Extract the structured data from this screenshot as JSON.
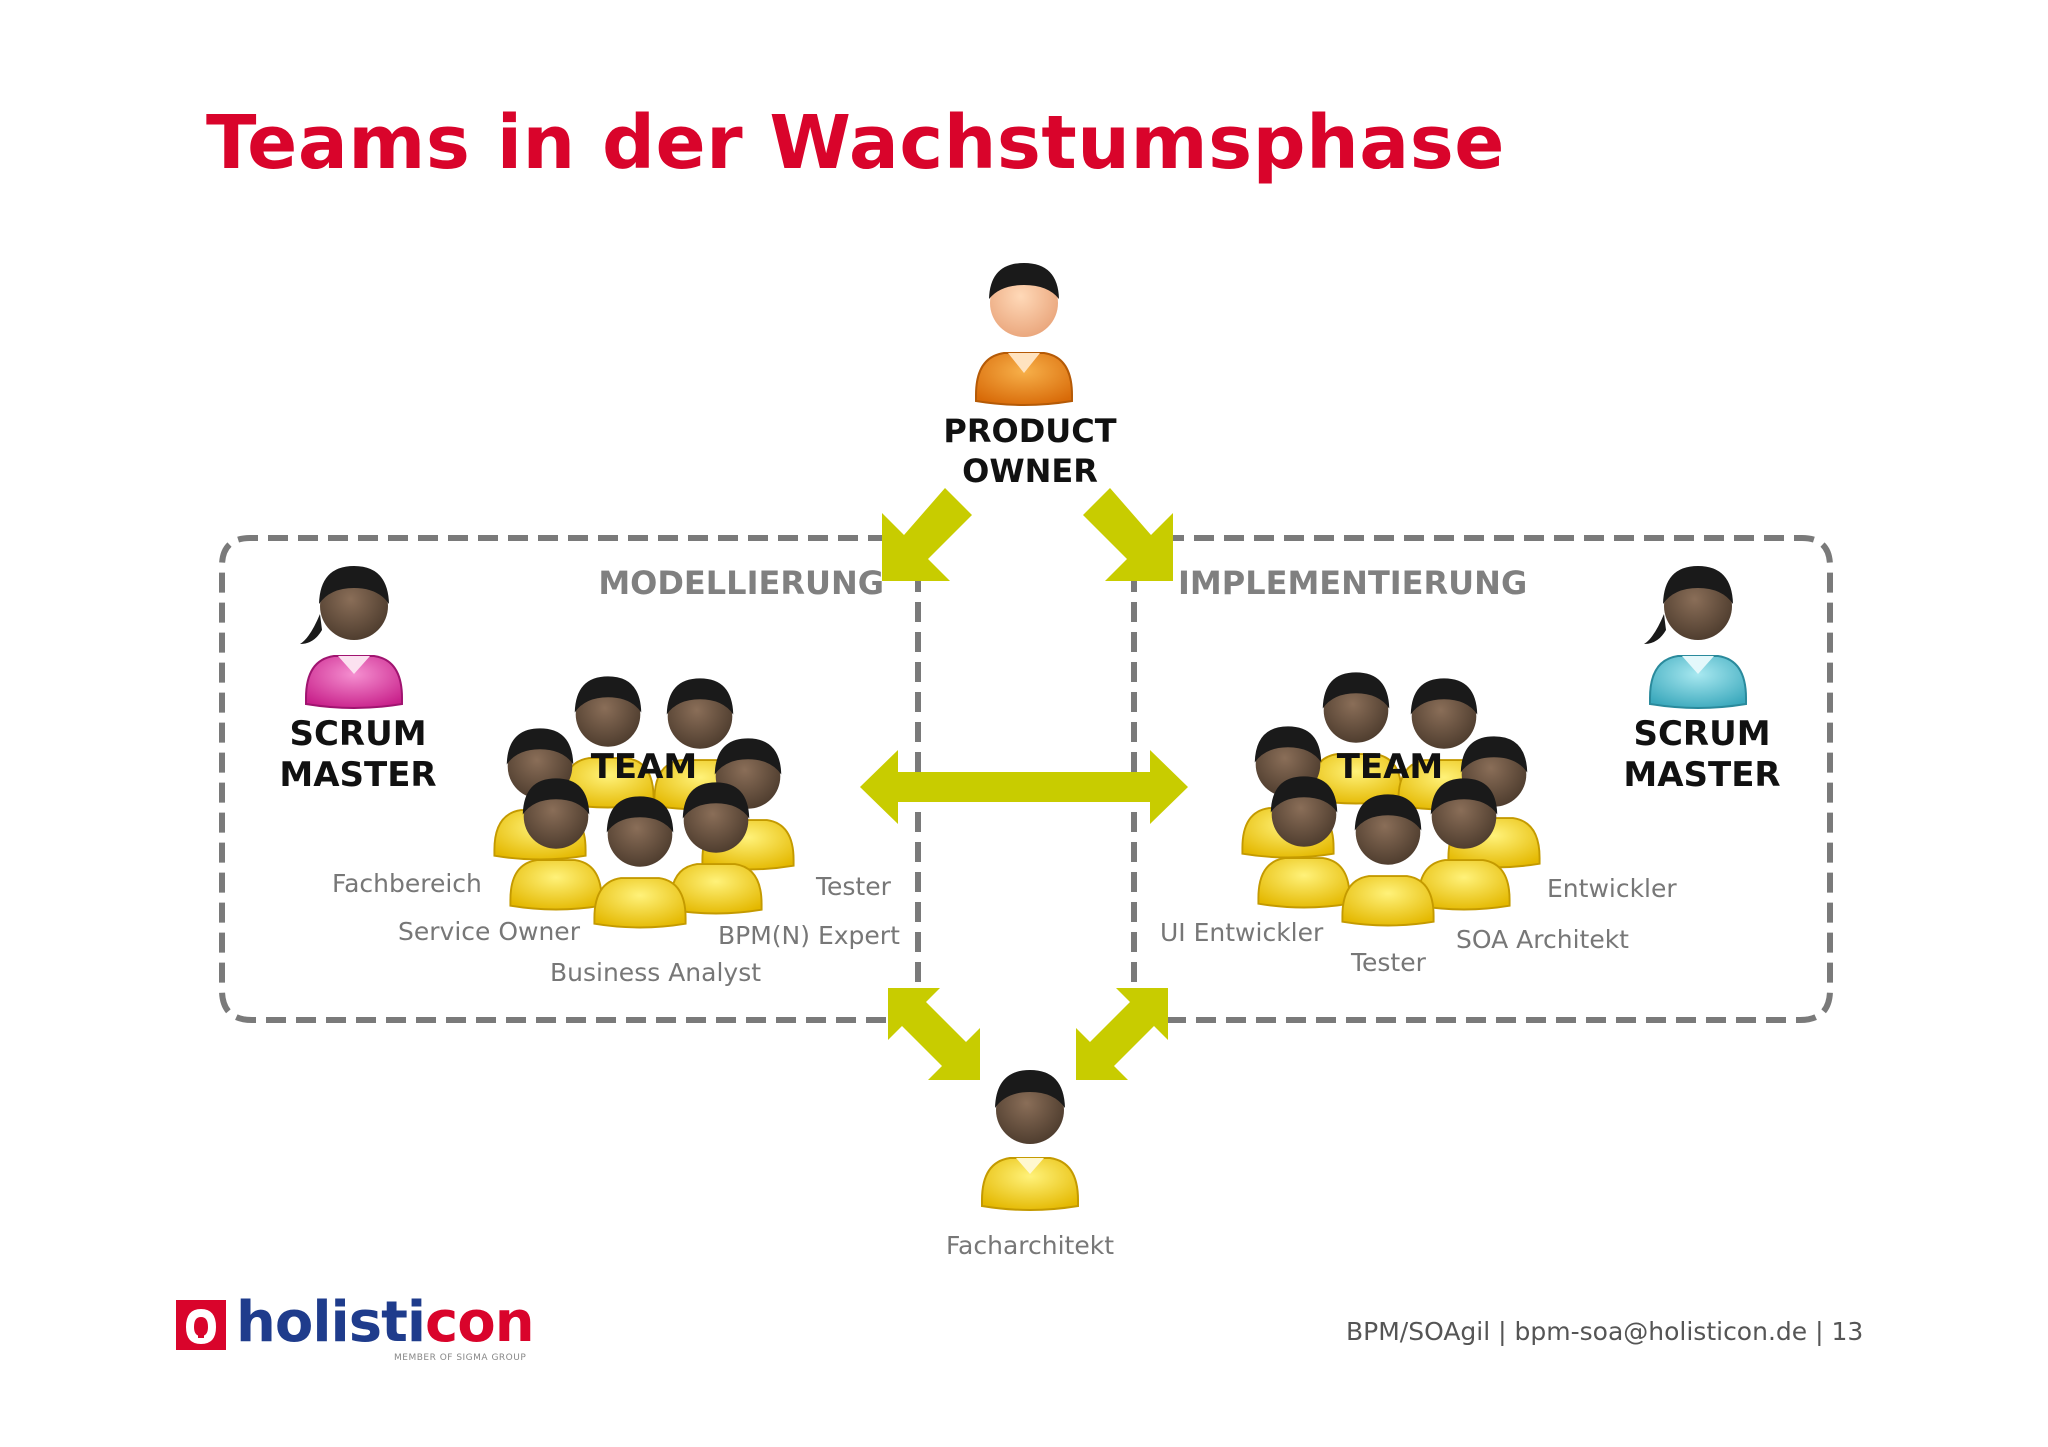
{
  "slide": {
    "title": "Teams in der Wachstumsphase",
    "product_owner": {
      "line1": "PRODUCT",
      "line2": "OWNER"
    },
    "left_section": {
      "heading": "MODELLIERUNG",
      "scrum_master": {
        "line1": "SCRUM",
        "line2": "MASTER"
      },
      "team_label": "TEAM",
      "members": [
        "Fachbereich",
        "Service Owner",
        "Business Analyst",
        "BPM(N) Expert",
        "Tester"
      ]
    },
    "right_section": {
      "heading": "IMPLEMENTIERUNG",
      "scrum_master": {
        "line1": "SCRUM",
        "line2": "MASTER"
      },
      "team_label": "TEAM",
      "members": [
        "UI Entwickler",
        "Tester",
        "SOA Architekt",
        "Entwickler"
      ]
    },
    "bottom_role": "Facharchitekt",
    "logo": {
      "prefix": "holisti",
      "accent": "con",
      "tagline": "MEMBER OF SIGMA GROUP"
    },
    "footer": "BPM/SOAgil | bpm-soa@holisticon.de | 13"
  },
  "colors": {
    "title": "#d9042b",
    "arrow": "#c8cc00",
    "dashed_border": "#7a7a7a",
    "product_owner_shirt": "#e8840f",
    "scrum_master_left_shirt": "#e040a8",
    "scrum_master_right_shirt": "#5cc4d4",
    "team_shirt": "#f2d21e",
    "skin": "#5a4636",
    "hair": "#1a1a1a",
    "logo_blue": "#1f3c8c",
    "logo_red": "#d9042b"
  },
  "icons": {
    "product_owner": "person-icon",
    "scrum_master": "person-female-icon",
    "team": "group-icon",
    "arrows": "arrow-icon"
  }
}
